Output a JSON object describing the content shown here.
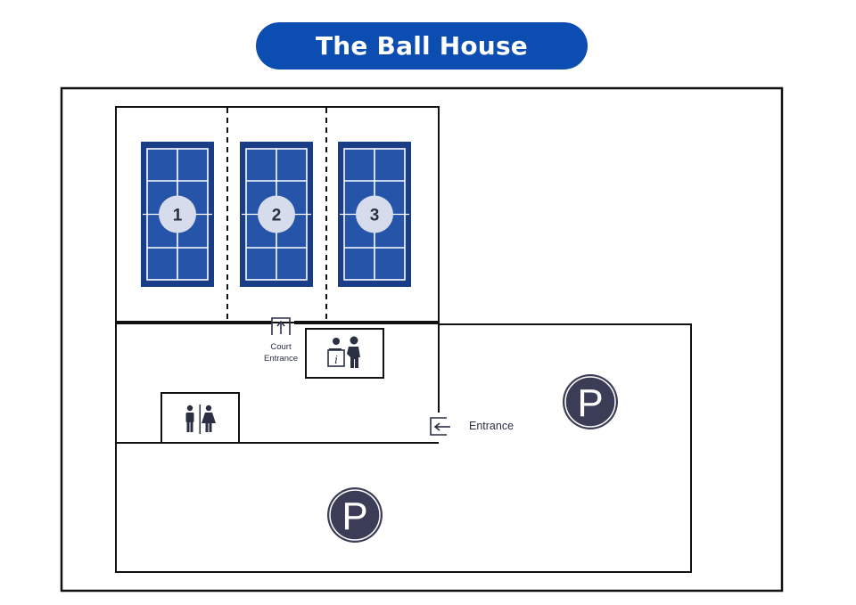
{
  "title": "The Ball House",
  "courts": [
    {
      "number": "1"
    },
    {
      "number": "2"
    },
    {
      "number": "3"
    }
  ],
  "labels": {
    "court_entrance_line1": "Court",
    "court_entrance_line2": "Entrance",
    "entrance": "Entrance",
    "parking_symbol": "P"
  },
  "icons": {
    "court_entrance": "arrow-up-door-icon",
    "main_entrance": "arrow-left-door-icon",
    "info_desk": "information-desk-icon",
    "restrooms": "restroom-icon",
    "parking": "parking-icon"
  },
  "colors": {
    "title_bg": "#0c4db2",
    "court_border": "#1a3d88",
    "court_fill": "#2554a8",
    "court_badge": "#d6dcec",
    "parking_circle": "#3a3d55",
    "outline": "#111111"
  }
}
